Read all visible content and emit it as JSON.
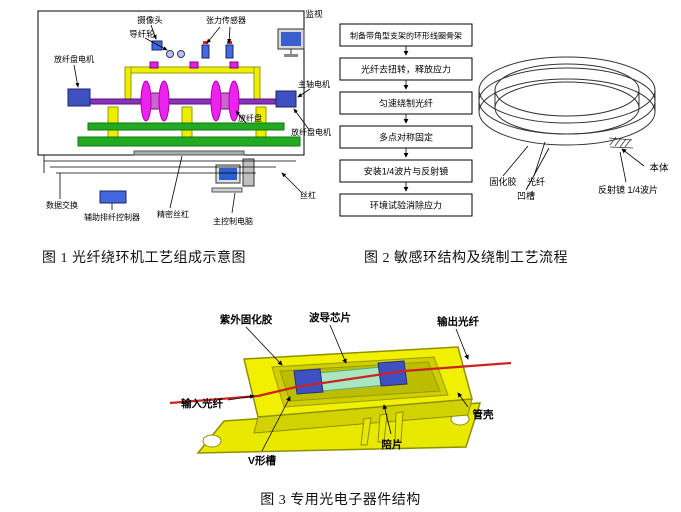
{
  "fig1": {
    "caption": "图 1 光纤绕环机工艺组成示意图",
    "labels": {
      "camera": "摄像头",
      "guide_wheel": "导纤轮",
      "tension_sensor": "张力传感器",
      "monitor": "监视",
      "left_release_motor": "放纤盘电机",
      "spindle_motor": "主轴电机",
      "release_disc": "放纤盘",
      "right_release_motor": "放纤盘电机",
      "lead_screw": "丝杠",
      "data_exchange": "数据交换",
      "aux_fiber_controller": "辅助排纤控制器",
      "precision_screw": "精密丝杠",
      "main_computer": "主控制电脑"
    }
  },
  "fig2": {
    "caption": "图 2 敏感环结构及绕制工艺流程",
    "flow_steps": [
      "制备带角型支架的环形线圈骨架",
      "光纤去扭转，释放应力",
      "匀速绕制光纤",
      "多点对称固定",
      "安装1/4波片与反射镜",
      "环境试验消除应力"
    ],
    "ring_labels": {
      "body": "本体",
      "curing_glue": "固化胶",
      "fiber": "光纤",
      "groove": "凹槽",
      "mirror_waveplate": "反射镜 1/4波片"
    }
  },
  "fig3": {
    "caption": "图 3 专用光电子器件结构",
    "labels": {
      "uv_curing_glue": "紫外固化胶",
      "waveguide_chip": "波导芯片",
      "output_fiber": "输出光纤",
      "input_fiber": "输入光纤",
      "package_shell": "管壳",
      "spacer": "陪片",
      "v_groove": "V形槽"
    }
  },
  "palette": {
    "machine_green": "#22aa22",
    "disc_magenta": "#ee22ee",
    "gantry_yellow": "#eeee00",
    "motor_blue": "#3f51c1",
    "screen_blue": "#3a5fcd",
    "fiber_red": "#cc2222",
    "package_yellow": "#e9e900"
  }
}
